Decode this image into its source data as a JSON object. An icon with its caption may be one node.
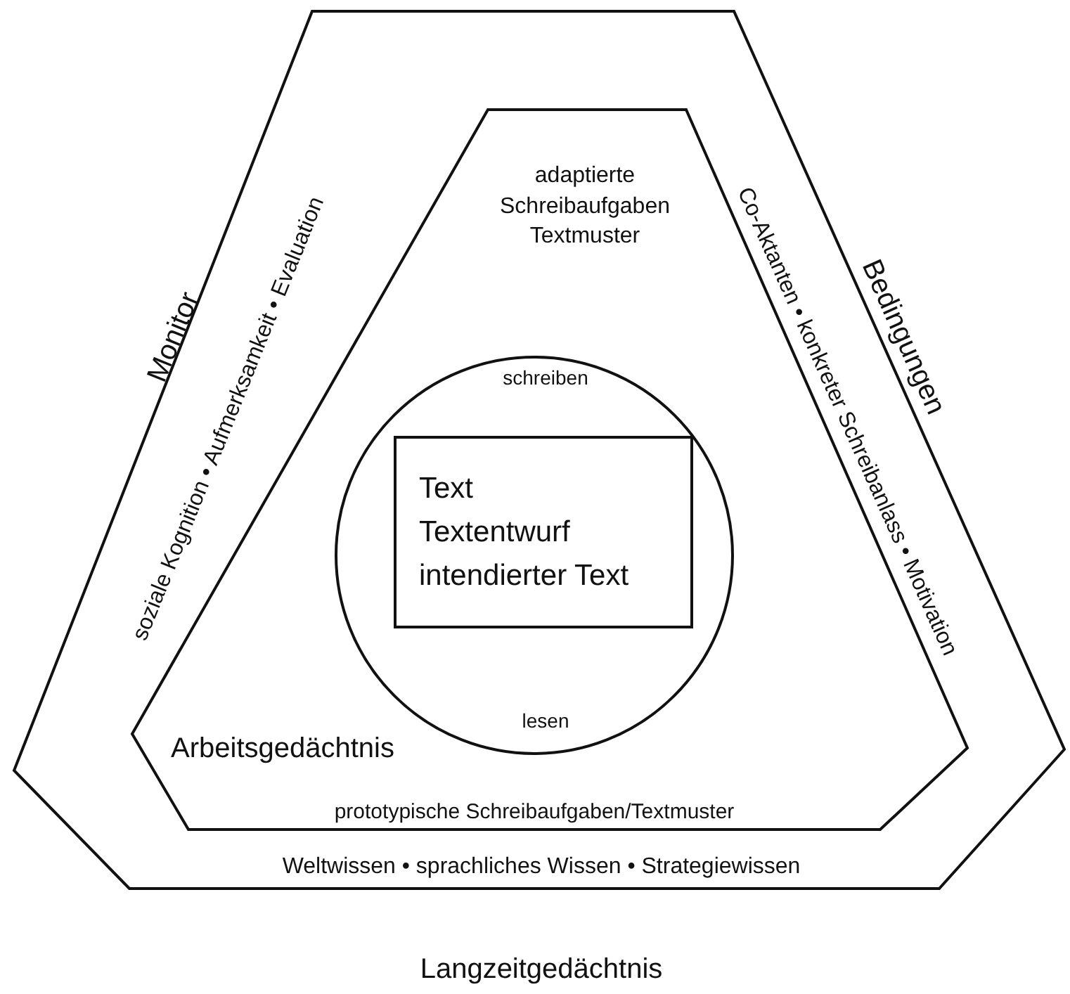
{
  "diagram": {
    "nodes": [
      {
        "text": [
          "Monitor",
          "soziale Kognition • Aufmerksamkeit • Evaluation",
          "Bedingungen",
          "Co-Aktanten • konkreter Schreibanlass • Motivation",
          "Weltwissen • sprachliches Wissen • Strategiewissen",
          "Langzeitgedächtnis"
        ]
      },
      {
        "text": [
          "adaptierte Schreibaufgaben Textmuster",
          "Arbeitsgedächtnis",
          "prototypische Schreibaufgaben/Textmuster"
        ],
        "in": 0
      },
      {
        "text": [
          "schreiben",
          "lesen"
        ],
        "in": 1
      },
      {
        "text": [
          "Text",
          "Textentwurf",
          "intendierter Text"
        ],
        "in": 2
      }
    ]
  }
}
